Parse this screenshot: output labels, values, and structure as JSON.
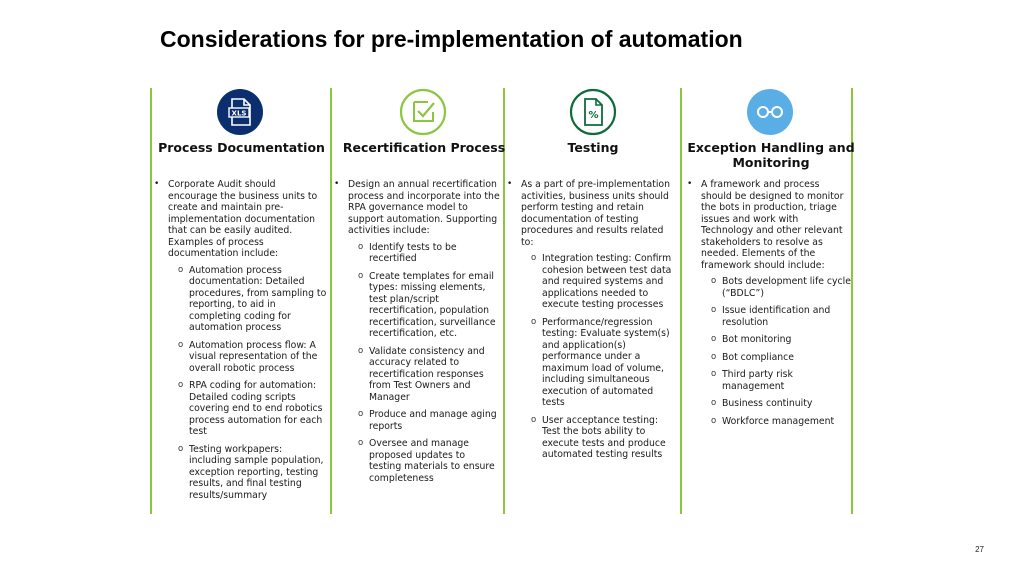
{
  "title": "Considerations for pre-implementation of automation",
  "colors": {
    "dark_blue": "#0b2e6f",
    "green": "#8cc63f",
    "dark_green": "#0f6b3a",
    "light_blue": "#5aaee6"
  },
  "columns": [
    {
      "icon": "xls-file-icon",
      "heading": "Process Documentation",
      "bullet": "Corporate Audit should encourage the business units to create and maintain pre-implementation documentation that can be easily audited. Examples of process documentation include:",
      "sub": [
        "Automation process documentation: Detailed procedures, from sampling to reporting, to aid in completing coding for automation process",
        "Automation process flow: A visual representation of the overall robotic process",
        "RPA coding for automation: Detailed coding scripts covering end to end robotics process automation for each test",
        "Testing workpapers: including sample population, exception reporting, testing results, and final testing results/summary"
      ]
    },
    {
      "icon": "checkbox-icon",
      "heading": "Recertification Process",
      "bullet": "Design an annual recertification process and incorporate into the RPA governance model to support automation. Supporting activities include:",
      "sub": [
        "Identify tests to be recertified",
        "Create templates for email types: missing elements, test plan/script recertification, population recertification, surveillance recertification, etc.",
        "Validate consistency and accuracy related to recertification responses from Test Owners and Manager",
        "Produce and manage aging reports",
        "Oversee and manage proposed updates to testing materials to ensure completeness"
      ]
    },
    {
      "icon": "percent-document-icon",
      "heading": "Testing",
      "bullet": "As a part of pre-implementation activities, business units should perform testing and retain documentation of testing procedures and results related to:",
      "sub": [
        "Integration testing: Confirm cohesion between test data and required systems and applications needed to execute testing processes",
        "Performance/regression testing: Evaluate system(s) and application(s) performance under a maximum load of volume, including simultaneous execution of automated tests",
        "User acceptance testing: Test the bots ability to execute tests and produce automated testing results"
      ]
    },
    {
      "icon": "glasses-icon",
      "heading": "Exception Handling and Monitoring",
      "bullet": "A framework and process should be designed to monitor the bots in production, triage issues and work with Technology and other relevant stakeholders to resolve as needed. Elements of the framework should include:",
      "sub": [
        "Bots development life cycle (“BDLC”)",
        "Issue identification and resolution",
        "Bot monitoring",
        "Bot compliance",
        "Third party risk management",
        "Business continuity",
        "Workforce management"
      ]
    }
  ],
  "page_number": "27"
}
